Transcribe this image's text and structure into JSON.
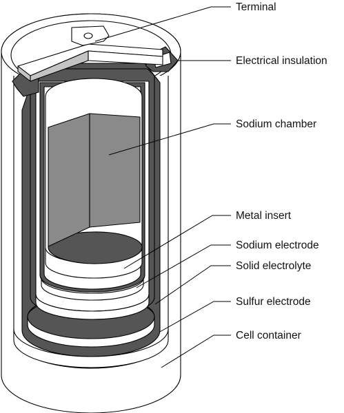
{
  "labels": {
    "terminal": "Terminal",
    "electrical_insulation": "Electrical insulation",
    "sodium_chamber": "Sodium chamber",
    "metal_insert": "Metal insert",
    "sodium_electrode": "Sodium electrode",
    "solid_electrolyte": "Solid electrolyte",
    "sulfur_electrode": "Sulfur electrode",
    "cell_container": "Cell container"
  },
  "colors": {
    "background": "#ffffff",
    "outline": "#000000",
    "dark_fill": "#555555",
    "mid_fill": "#8a8a8a",
    "light_fill": "#c4c4c4",
    "white_fill": "#ffffff"
  }
}
